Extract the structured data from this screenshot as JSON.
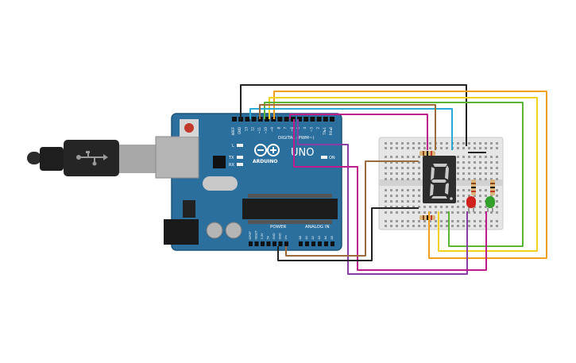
{
  "arduino": {
    "logo_text": "ARDUINO",
    "model": "UNO",
    "label_digital": "DIGITAL (PWM~)",
    "label_power": "POWER",
    "label_analog": "ANALOG IN",
    "label_on": "ON",
    "label_tx": "TX",
    "label_rx": "RX",
    "label_l": "L",
    "header_top_labels": [
      "AREF",
      "GND",
      "13",
      "12",
      "~11",
      "~10",
      "~9",
      "8",
      "7",
      "~6",
      "~5",
      "4",
      "~3",
      "2",
      "TX▸1",
      "RX◂0"
    ],
    "header_power_labels": [
      "IOREF",
      "RESET",
      "3.3V",
      "5V",
      "GND",
      "GND",
      "Vin"
    ],
    "header_analog_labels": [
      "A0",
      "A1",
      "A2",
      "A3",
      "A4",
      "A5"
    ]
  },
  "colors": {
    "board": "#2a6f9e",
    "board_edge": "#1d5479",
    "breadboard": "#e6e6e6",
    "wire_black": "#222222",
    "wire_orange": "#f0a020",
    "wire_yellow": "#f2d21c",
    "wire_green": "#5bb534",
    "wire_brown": "#9c6b3d",
    "wire_magenta": "#c01c8c",
    "wire_purple": "#8a3ea5",
    "wire_cyan": "#2aa8d8",
    "led_red": "#d0211c",
    "led_green": "#33a02c"
  }
}
